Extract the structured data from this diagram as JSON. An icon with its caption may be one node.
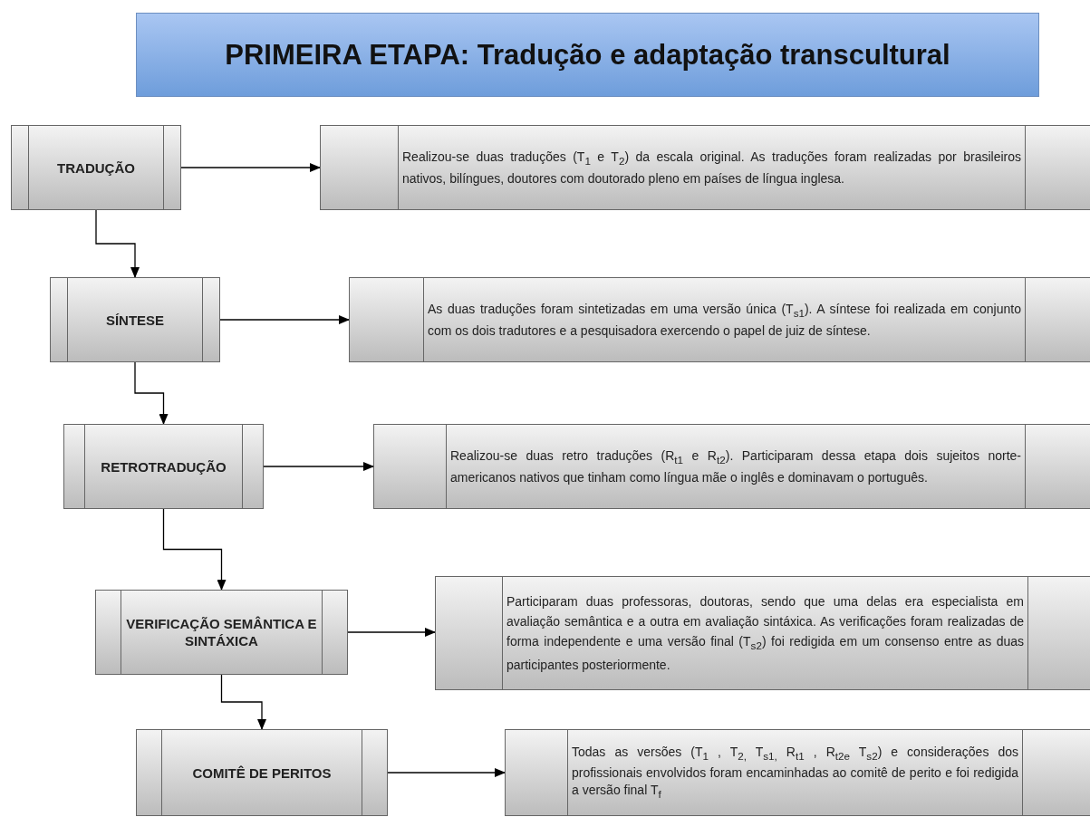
{
  "diagram": {
    "title": "PRIMEIRA ETAPA: Tradução e adaptação transcultural",
    "nodes": [
      {
        "text": [
          "TRADUÇÃO"
        ]
      },
      {
        "text": [
          "Realizou-se duas traduções (T$_{1}$ e T$_{2}$) da escala original. As traduções foram realizadas por brasileiros nativos, bilíngues, doutores com doutorado pleno em países de língua inglesa."
        ]
      },
      {
        "text": [
          "SÍNTESE"
        ]
      },
      {
        "text": [
          "As duas traduções foram sintetizadas em uma versão única (T$_{s1}$). A síntese foi realizada em conjunto com os dois tradutores e a pesquisadora exercendo o papel de juiz de síntese."
        ]
      },
      {
        "text": [
          "RETROTRADUÇÃO"
        ]
      },
      {
        "text": [
          "Realizou-se duas retro traduções (R$_{t1}$ e R$_{t2}$). Participaram dessa etapa dois sujeitos norte-americanos nativos que tinham como língua mãe o inglês e dominavam o português."
        ]
      },
      {
        "text": [
          "VERIFICAÇÃO SEMÂNTICA E SINTÁXICA"
        ]
      },
      {
        "text": [
          "Participaram duas professoras, doutoras, sendo que uma delas era especialista em avaliação semântica e a outra em avaliação sintáxica. As verificações foram realizadas de forma independente e uma versão final (T$_{s2}$) foi redigida em um consenso entre as duas participantes posteriormente."
        ]
      },
      {
        "text": [
          "COMITÊ DE PERITOS"
        ]
      },
      {
        "text": [
          "Todas as versões (T$_{1}$ , T$_{2,}$ T$_{s1,}$ R$_{t1}$ , R$_{t2e}$ T$_{s2}$) e considerações dos profissionais envolvidos foram encaminhadas ao comitê de perito e foi redigida a versão final T$_{f}$"
        ]
      }
    ],
    "edges": [
      {
        "from": 0,
        "to": 1,
        "arrow": "to"
      },
      {
        "from": 0,
        "to": 2,
        "arrow": "to"
      },
      {
        "from": 2,
        "to": 3,
        "arrow": "to"
      },
      {
        "from": 2,
        "to": 4,
        "arrow": "to"
      },
      {
        "from": 4,
        "to": 5,
        "arrow": "to"
      },
      {
        "from": 4,
        "to": 6,
        "arrow": "to"
      },
      {
        "from": 6,
        "to": 7,
        "arrow": "to"
      },
      {
        "from": 6,
        "to": 8,
        "arrow": "to"
      },
      {
        "from": 8,
        "to": 9,
        "arrow": "to"
      }
    ]
  }
}
